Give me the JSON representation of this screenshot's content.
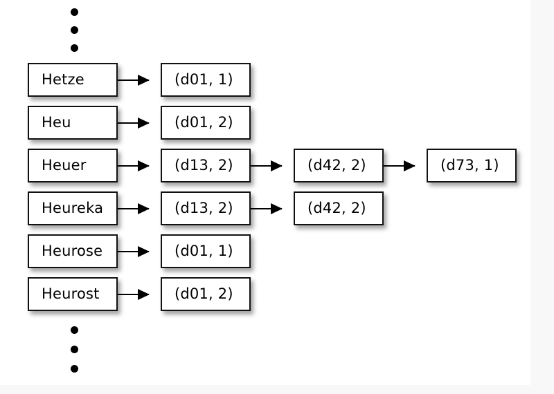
{
  "figure": {
    "kind": "inverted-index-posting-list-diagram",
    "background_color": "#ffffff",
    "page_background_color": "#f8f8f8",
    "line_color": "#000000",
    "box_border_color": "#111111",
    "box_fill_color": "#ffffff"
  },
  "dots_top": [
    "•",
    "•",
    "•"
  ],
  "dots_bottom": [
    "•",
    "•",
    "•"
  ],
  "terms": [
    {
      "label": "Hetze"
    },
    {
      "label": "Heu"
    },
    {
      "label": "Heuer"
    },
    {
      "label": "Heureka"
    },
    {
      "label": "Heurose"
    },
    {
      "label": "Heurost"
    }
  ],
  "postings_col1": [
    {
      "label": "(d01, 1)"
    },
    {
      "label": "(d01, 2)"
    },
    {
      "label": "(d13, 2)"
    },
    {
      "label": "(d13, 2)"
    },
    {
      "label": "(d01, 1)"
    },
    {
      "label": "(d01, 2)"
    }
  ],
  "postings_col2": [
    {
      "label": "(d42, 2)"
    },
    {
      "label": "(d42, 2)"
    }
  ],
  "postings_col3": [
    {
      "label": "(d73, 1)"
    }
  ]
}
